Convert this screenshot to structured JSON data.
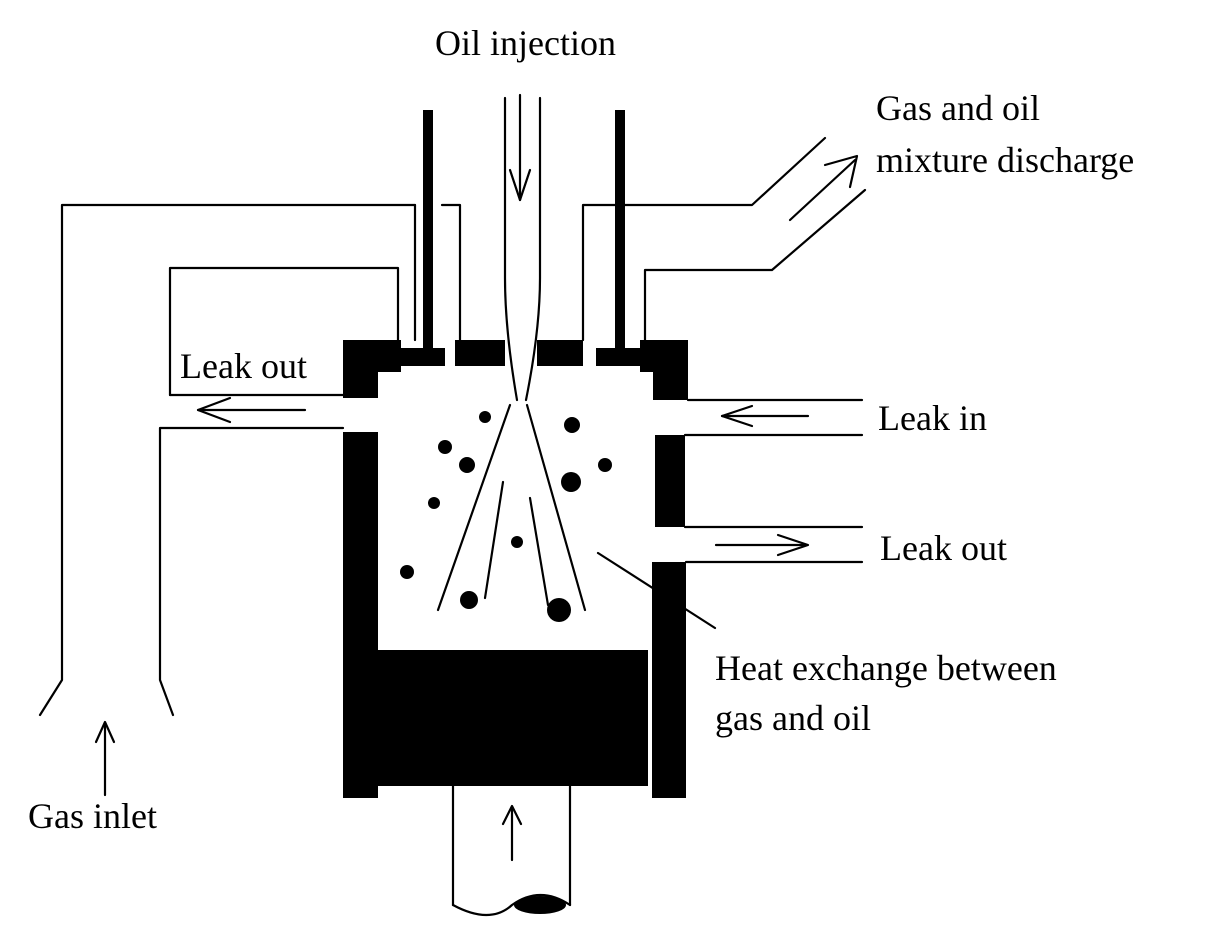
{
  "labels": {
    "oil_injection": "Oil injection",
    "gas_oil_discharge_line1": "Gas and oil",
    "gas_oil_discharge_line2": "mixture discharge",
    "leak_out_left": "Leak out",
    "leak_in": "Leak in",
    "leak_out_right": "Leak out",
    "heat_exchange_line1": "Heat exchange between",
    "heat_exchange_line2": "gas and oil",
    "gas_inlet": "Gas inlet"
  },
  "colors": {
    "ink": "#000000",
    "background": "#ffffff"
  }
}
